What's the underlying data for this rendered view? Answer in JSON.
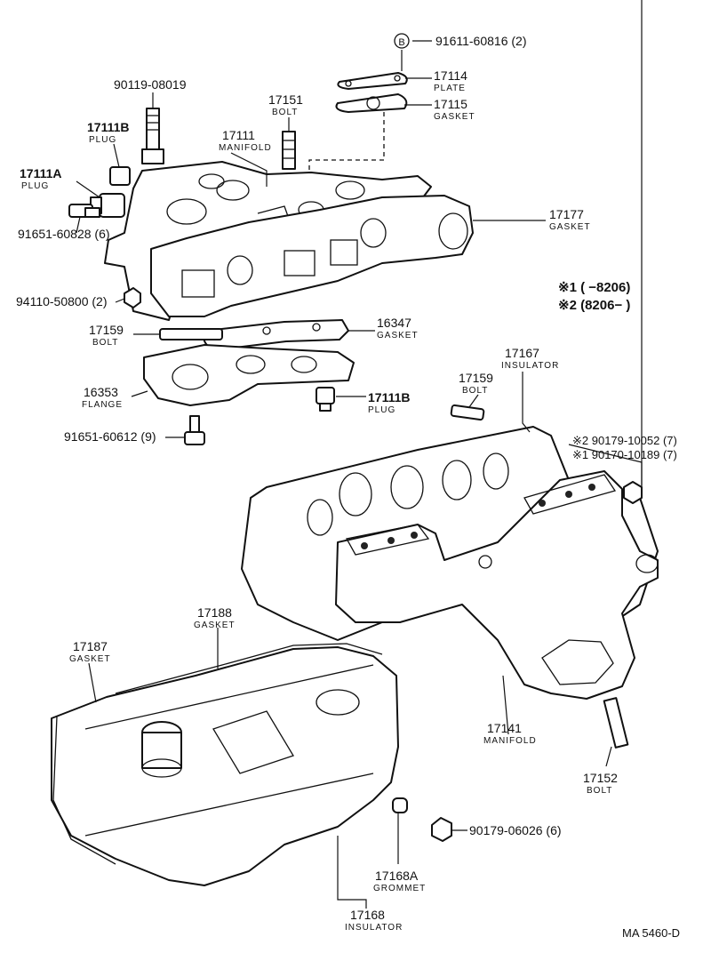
{
  "callouts": [
    {
      "id": "p91611",
      "number": "91611-60816 (2)",
      "name": ""
    },
    {
      "id": "p17114",
      "number": "17114",
      "name": "PLATE"
    },
    {
      "id": "p17115",
      "number": "17115",
      "name": "GASKET"
    },
    {
      "id": "p90119",
      "number": "90119-08019",
      "name": ""
    },
    {
      "id": "p17151",
      "number": "17151",
      "name": "BOLT"
    },
    {
      "id": "p17111B_top",
      "number": "17111B",
      "name": "PLUG"
    },
    {
      "id": "p17111",
      "number": "17111",
      "name": "MANIFOLD"
    },
    {
      "id": "p17111A",
      "number": "17111A",
      "name": "PLUG"
    },
    {
      "id": "p91651a",
      "number": "91651-60828 (6)",
      "name": ""
    },
    {
      "id": "p17177",
      "number": "17177",
      "name": "GASKET"
    },
    {
      "id": "p94110",
      "number": "94110-50800 (2)",
      "name": ""
    },
    {
      "id": "p16347",
      "number": "16347",
      "name": "GASKET"
    },
    {
      "id": "p17159a",
      "number": "17159",
      "name": "BOLT"
    },
    {
      "id": "p16353",
      "number": "16353",
      "name": "FLANGE"
    },
    {
      "id": "p17111B_low",
      "number": "17111B",
      "name": "PLUG"
    },
    {
      "id": "p91651b",
      "number": "91651-60612 (9)",
      "name": ""
    },
    {
      "id": "p17167",
      "number": "17167",
      "name": "INSULATOR"
    },
    {
      "id": "p17159b",
      "number": "17159",
      "name": "BOLT"
    },
    {
      "id": "p90179a",
      "number": "※2 90179-10052 (7)",
      "name": ""
    },
    {
      "id": "p90170",
      "number": "※1 90170-10189 (7)",
      "name": ""
    },
    {
      "id": "p17188",
      "number": "17188",
      "name": "GASKET"
    },
    {
      "id": "p17187",
      "number": "17187",
      "name": "GASKET"
    },
    {
      "id": "p17141",
      "number": "17141",
      "name": "MANIFOLD"
    },
    {
      "id": "p17152",
      "number": "17152",
      "name": "BOLT"
    },
    {
      "id": "p90179b",
      "number": "90179-06026 (6)",
      "name": ""
    },
    {
      "id": "p17168A",
      "number": "17168A",
      "name": "GROMMET"
    },
    {
      "id": "p17168",
      "number": "17168",
      "name": "INSULATOR"
    }
  ],
  "marker_b": "B",
  "notes": [
    "※1 (        −8206)",
    "※2 (8206−        )"
  ],
  "drawing_code": "MA  5460-D"
}
